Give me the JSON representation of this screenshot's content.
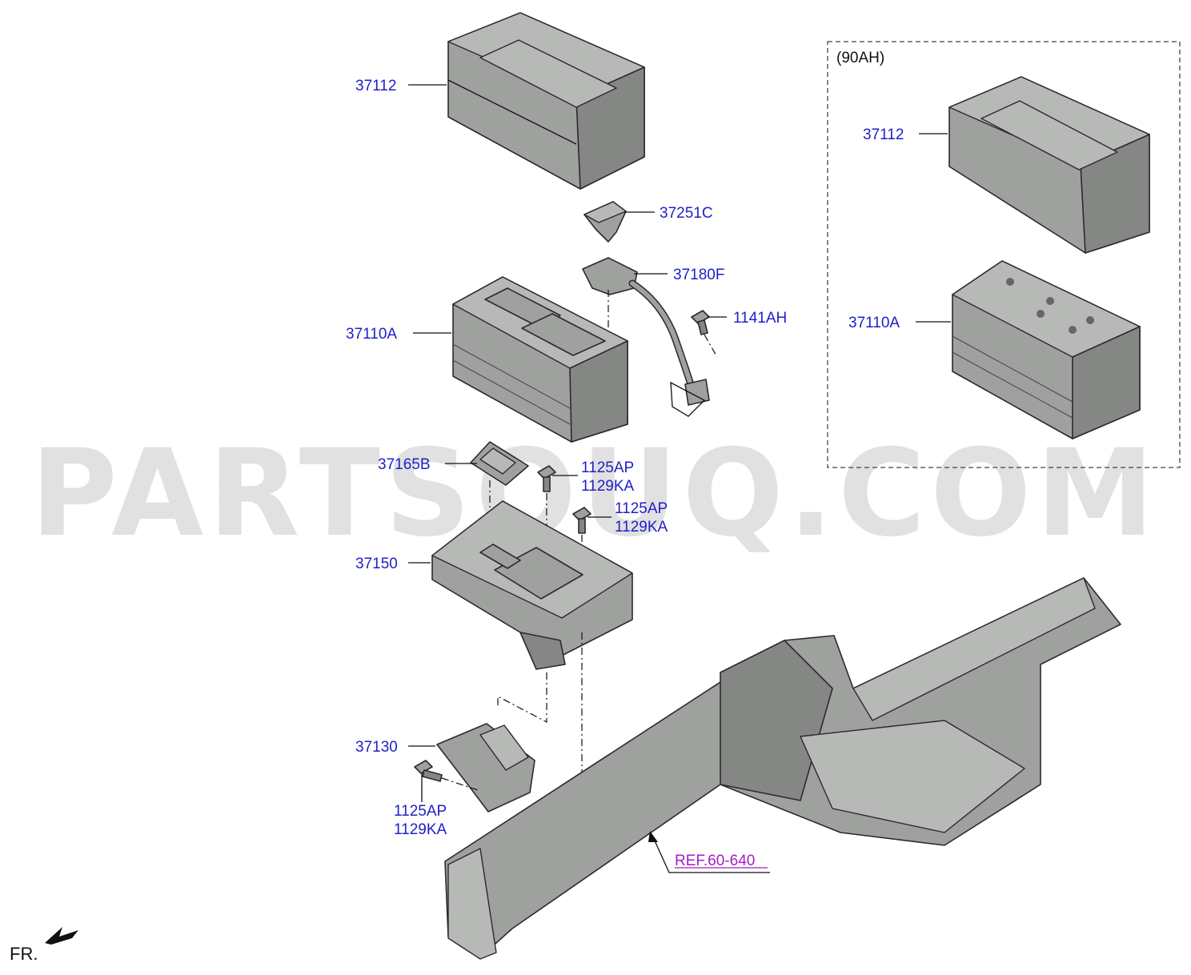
{
  "watermark": "PARTSOUQ.COM",
  "inset": {
    "label": "(90AH)"
  },
  "labels": {
    "cover_main": "37112",
    "cover_inset": "37112",
    "insulator": "37251C",
    "cable": "37180F",
    "bolt_cable": "1141AH",
    "battery_main": "37110A",
    "battery_inset": "37110A",
    "clamp": "37165B",
    "bolt_tray_1_a": "1125AP",
    "bolt_tray_1_b": "1129KA",
    "bolt_tray_2_a": "1125AP",
    "bolt_tray_2_b": "1129KA",
    "tray": "37150",
    "bracket": "37130",
    "bolt_bracket_a": "1125AP",
    "bolt_bracket_b": "1129KA",
    "reference": "REF.60-640"
  },
  "direction": {
    "label": "FR."
  },
  "icons": {
    "front_arrow": "front-direction-arrow-icon"
  }
}
